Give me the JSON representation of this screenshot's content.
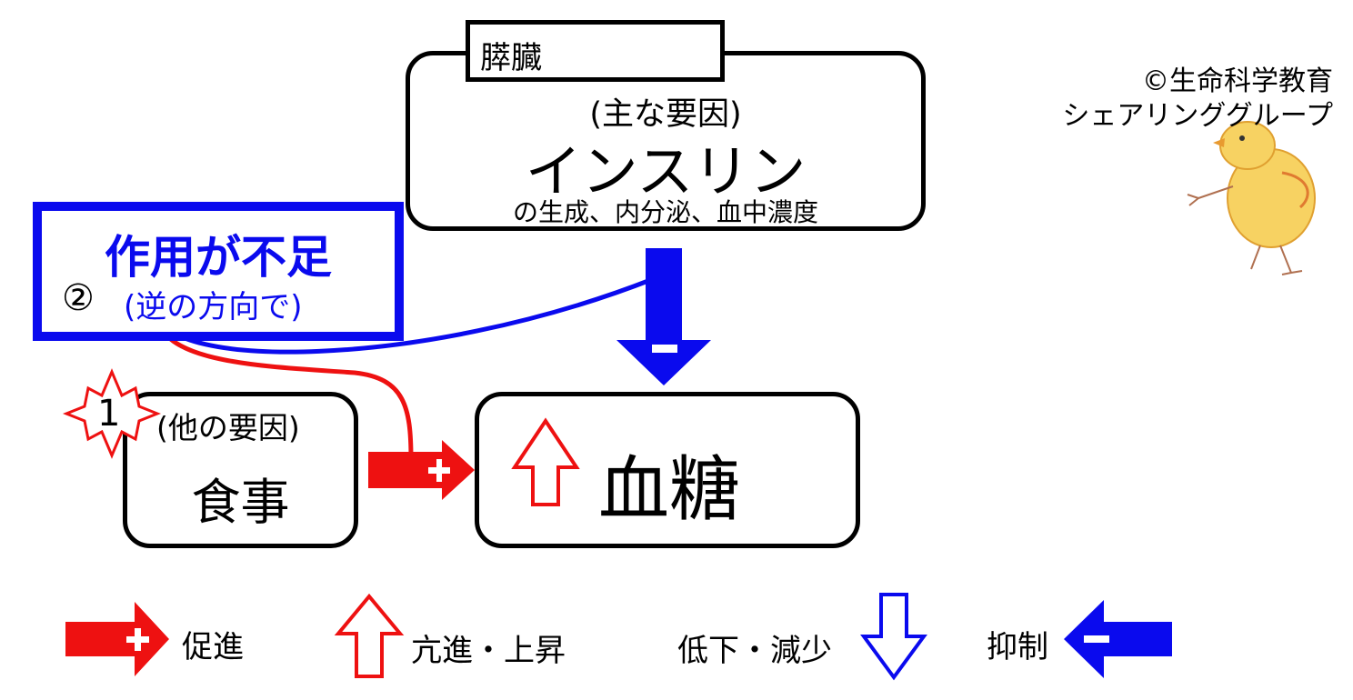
{
  "pancreas": {
    "label": "膵臓",
    "subtitle": "(主な要因)",
    "title": "インスリン",
    "caption": "の生成、内分泌、血中濃度"
  },
  "insufficient": {
    "title": "作用が不足",
    "number": "②",
    "direction": "(逆の方向で)"
  },
  "meal": {
    "badge": "1",
    "subtitle": "(他の要因)",
    "title": "食事"
  },
  "blood_sugar": {
    "title": "血糖"
  },
  "arrows": {
    "plus": "+",
    "minus": "−"
  },
  "credit": {
    "line1": "©生命科学教育",
    "line2": "シェアリンググループ"
  },
  "legend": {
    "promote": "促進",
    "increase": "亢進・上昇",
    "decrease": "低下・減少",
    "inhibit": "抑制"
  },
  "colors": {
    "red": "#ee1111",
    "blue": "#0a0aee",
    "black": "#000000"
  }
}
